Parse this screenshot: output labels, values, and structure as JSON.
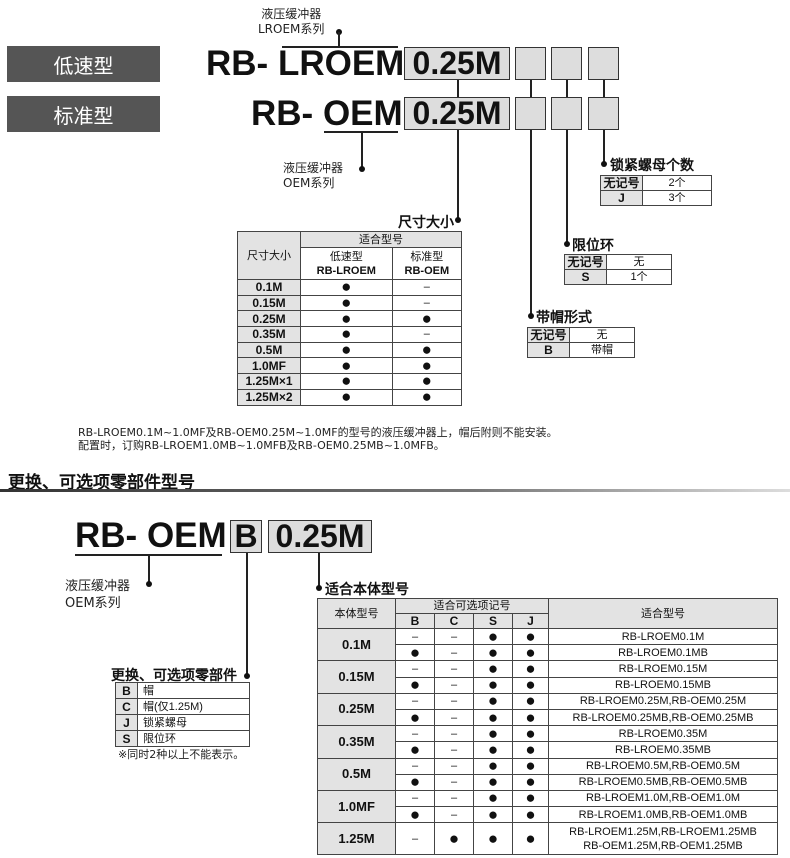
{
  "top": {
    "low_speed_label": "低速型",
    "standard_label": "标准型",
    "row1_prefix": "RB-",
    "row1_series": "LROEM",
    "row2_prefix": "RB-",
    "row2_series": "OEM",
    "size_value": "0.25M",
    "lroem_caption_1": "液压缓冲器",
    "lroem_caption_2": "LROEM系列",
    "oem_caption_1": "液压缓冲器",
    "oem_caption_2": "OEM系列"
  },
  "size_table": {
    "title": "尺寸大小",
    "col_size": "尺寸大小",
    "col_group": "适合型号",
    "col_low": "低速型",
    "col_low_model": "RB-LROEM",
    "col_std": "标准型",
    "col_std_model": "RB-OEM",
    "rows": [
      {
        "size": "0.1M",
        "low": "●",
        "std": "–"
      },
      {
        "size": "0.15M",
        "low": "●",
        "std": "–"
      },
      {
        "size": "0.25M",
        "low": "●",
        "std": "●"
      },
      {
        "size": "0.35M",
        "low": "●",
        "std": "–"
      },
      {
        "size": "0.5M",
        "low": "●",
        "std": "●"
      },
      {
        "size": "1.0MF",
        "low": "●",
        "std": "●"
      },
      {
        "size": "1.25M×1",
        "low": "●",
        "std": "●"
      },
      {
        "size": "1.25M×2",
        "low": "●",
        "std": "●"
      }
    ]
  },
  "lock_nut": {
    "title": "锁紧螺母个数",
    "rows": [
      {
        "k": "无记号",
        "v": "2个"
      },
      {
        "k": "J",
        "v": "3个"
      }
    ]
  },
  "stop_ring": {
    "title": "限位环",
    "rows": [
      {
        "k": "无记号",
        "v": "无"
      },
      {
        "k": "S",
        "v": "1个"
      }
    ]
  },
  "cap_type": {
    "title": "带帽形式",
    "rows": [
      {
        "k": "无记号",
        "v": "无"
      },
      {
        "k": "B",
        "v": "带帽"
      }
    ]
  },
  "note": {
    "line1": "RB-LROEM0.1M~1.0MF及RB-OEM0.25M~1.0MF的型号的液压缓冲器上，帽后附则不能安装。",
    "line2": "配置时，订购RB-LROEM1.0MB~1.0MFB及RB-OEM0.25MB~1.0MFB。"
  },
  "section_title": "更换、可选项零部件型号",
  "bottom": {
    "prefix": "RB-",
    "series": "OEM",
    "option": "B",
    "size_value": "0.25M",
    "oem_caption_1": "液压缓冲器",
    "oem_caption_2": "OEM系列",
    "parts_title": "更换、可选项零部件",
    "parts": [
      {
        "k": "B",
        "v": "帽"
      },
      {
        "k": "C",
        "v": "帽(仅1.25M)"
      },
      {
        "k": "J",
        "v": "锁紧螺母"
      },
      {
        "k": "S",
        "v": "限位环"
      }
    ],
    "parts_note": "※同时2种以上不能表示。",
    "body_title": "适合本体型号"
  },
  "body_table": {
    "col_body": "本体型号",
    "col_opts": "适合可选项记号",
    "opt_cols": [
      "B",
      "C",
      "S",
      "J"
    ],
    "col_models": "适合型号",
    "groups": [
      {
        "size": "0.1M",
        "rows": [
          {
            "o": [
              "–",
              "–",
              "●",
              "●"
            ],
            "m": "RB-LROEM0.1M"
          },
          {
            "o": [
              "●",
              "–",
              "●",
              "●"
            ],
            "m": "RB-LROEM0.1MB"
          }
        ]
      },
      {
        "size": "0.15M",
        "rows": [
          {
            "o": [
              "–",
              "–",
              "●",
              "●"
            ],
            "m": "RB-LROEM0.15M"
          },
          {
            "o": [
              "●",
              "–",
              "●",
              "●"
            ],
            "m": "RB-LROEM0.15MB"
          }
        ]
      },
      {
        "size": "0.25M",
        "rows": [
          {
            "o": [
              "–",
              "–",
              "●",
              "●"
            ],
            "m": "RB-LROEM0.25M,RB-OEM0.25M"
          },
          {
            "o": [
              "●",
              "–",
              "●",
              "●"
            ],
            "m": "RB-LROEM0.25MB,RB-OEM0.25MB"
          }
        ]
      },
      {
        "size": "0.35M",
        "rows": [
          {
            "o": [
              "–",
              "–",
              "●",
              "●"
            ],
            "m": "RB-LROEM0.35M"
          },
          {
            "o": [
              "●",
              "–",
              "●",
              "●"
            ],
            "m": "RB-LROEM0.35MB"
          }
        ]
      },
      {
        "size": "0.5M",
        "rows": [
          {
            "o": [
              "–",
              "–",
              "●",
              "●"
            ],
            "m": "RB-LROEM0.5M,RB-OEM0.5M"
          },
          {
            "o": [
              "●",
              "–",
              "●",
              "●"
            ],
            "m": "RB-LROEM0.5MB,RB-OEM0.5MB"
          }
        ]
      },
      {
        "size": "1.0MF",
        "rows": [
          {
            "o": [
              "–",
              "–",
              "●",
              "●"
            ],
            "m": "RB-LROEM1.0M,RB-OEM1.0M"
          },
          {
            "o": [
              "●",
              "–",
              "●",
              "●"
            ],
            "m": "RB-LROEM1.0MB,RB-OEM1.0MB"
          }
        ]
      },
      {
        "size": "1.25M",
        "rows": [
          {
            "o": [
              "–",
              "●",
              "●",
              "●"
            ],
            "m": "RB-LROEM1.25M,RB-LROEM1.25MB",
            "m2": "RB-OEM1.25M,RB-OEM1.25MB"
          }
        ]
      }
    ]
  }
}
